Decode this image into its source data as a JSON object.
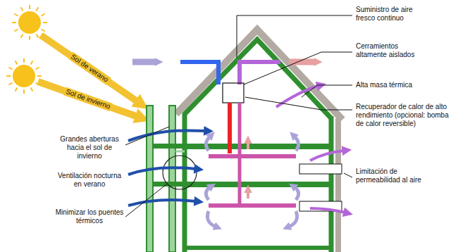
{
  "diagram": {
    "labels": [
      "Sol de verano",
      "Sol de invierno",
      "Suministro de aire fresco continuo",
      "Cerramientos altamente aislados",
      "Alta masa térmica",
      "Recuperador de calor de alto rendimiento (opcional: bomba de calor reversible)",
      "Limitación de permeabilidad al aire",
      "Grandes aberturas hacia el sol de invierno",
      "Ventilación nocturna en verano",
      "Minimizar los puentes térmicos"
    ]
  }
}
